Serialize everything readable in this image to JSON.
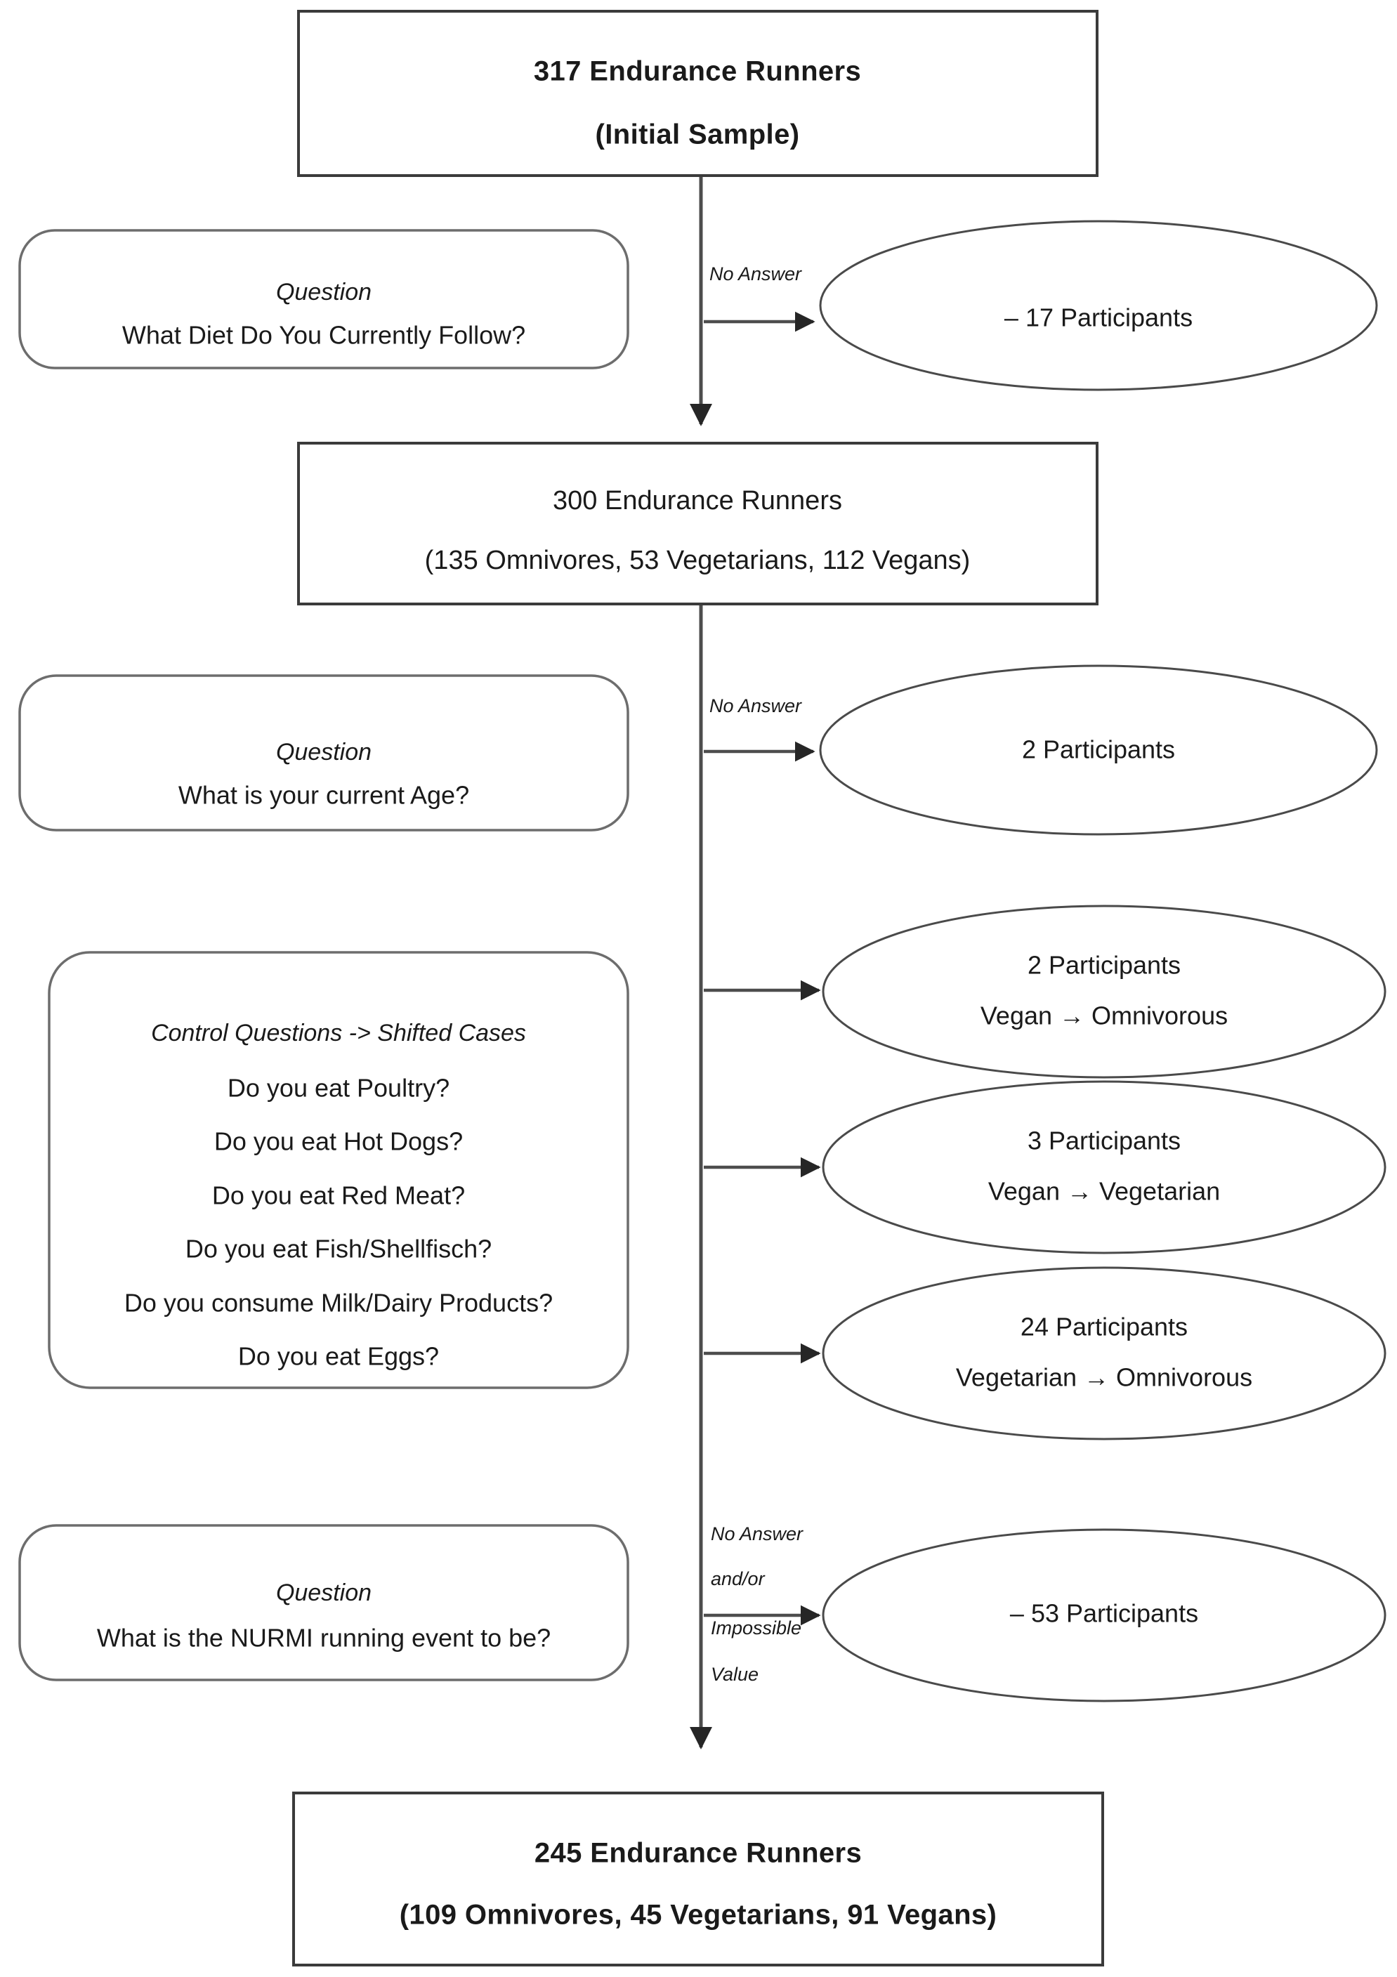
{
  "diagram": {
    "title": "Participant Flow Diagram",
    "type": "flowchart",
    "colors": {
      "box_stroke": "#3b3b3b",
      "soft_stroke": "#6d6d6d",
      "ellipse_stroke": "#4a4a4a",
      "connector": "#4d4d4d",
      "text": "#1a1a1a",
      "background": "#ffffff"
    }
  },
  "nodes": {
    "initial_sample": {
      "line1": "317 Endurance Runners",
      "line2": "(Initial Sample)"
    },
    "stage_300": {
      "line1": "300 Endurance Runners",
      "line2": "(135 Omnivores, 53 Vegetarians, 112 Vegans)"
    },
    "final_245": {
      "line1": "245 Endurance Runners",
      "line2": "(109 Omnivores, 45 Vegetarians, 91 Vegans)"
    }
  },
  "questions": {
    "diet": {
      "heading": "Question",
      "text": "What Diet Do You Currently Follow?"
    },
    "age": {
      "heading": "Question",
      "text": "What is your current Age?"
    },
    "control": {
      "heading": "Control Questions -> Shifted Cases",
      "items": [
        "Do you eat Poultry?",
        "Do you eat Hot Dogs?",
        "Do you eat Red Meat?",
        "Do you eat Fish/Shellfisch?",
        "Do you consume Milk/Dairy Products?",
        "Do you eat Eggs?"
      ]
    },
    "nurmi": {
      "heading": "Question",
      "text": "What is the NURMI running event to be?"
    }
  },
  "exclusions": {
    "diet_no_answer": {
      "line1": "– 17 Participants",
      "line2": ""
    },
    "age_no_answer": {
      "line1": "2 Participants",
      "line2": ""
    },
    "shift_vegan_omni": {
      "line1": "2 Participants",
      "line2": "Vegan → Omnivorous"
    },
    "shift_vegan_veg": {
      "line1": "3 Participants",
      "line2": "Vegan → Vegetarian"
    },
    "shift_veg_omni": {
      "line1": "24 Participants",
      "line2": "Vegetarian → Omnivorous"
    },
    "nurmi_no_answer": {
      "line1": "– 53 Participants",
      "line2": ""
    }
  },
  "edge_labels": {
    "no_answer_1": "No Answer",
    "no_answer_2": "No Answer",
    "impossible": {
      "l1": "No Answer",
      "l2": "and/or",
      "l3": "Impossible",
      "l4": "Value"
    }
  }
}
